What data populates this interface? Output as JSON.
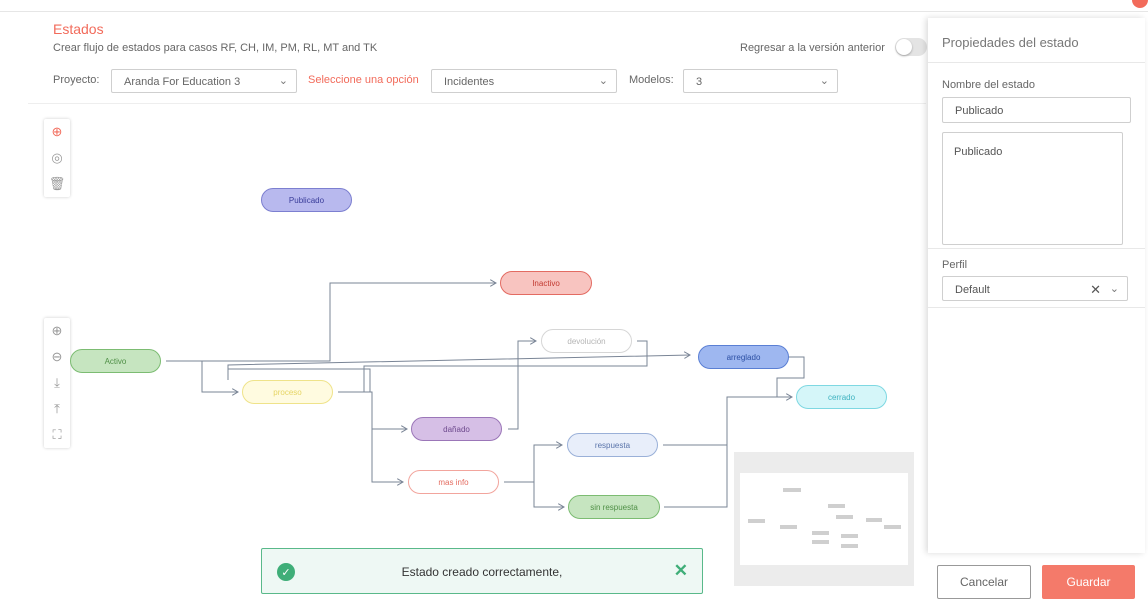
{
  "header": {
    "title": "Estados",
    "subtitle": "Crear flujo de estados para casos RF, CH, IM, PM, RL, MT and TK",
    "toggle_label": "Regresar a la versión anterior",
    "toggle_on": false
  },
  "filters": {
    "project_label": "Proyecto:",
    "project_value": "Aranda For Education 3",
    "option_label": "Seleccione una opción",
    "option_value": "Incidentes",
    "models_label": "Modelos:",
    "models_value": "3"
  },
  "toolbar": {
    "top": [
      {
        "name": "add-state-icon",
        "glyph": "⊕"
      },
      {
        "name": "palette-icon",
        "glyph": "◎"
      },
      {
        "name": "trash-icon",
        "glyph": "🗑"
      }
    ],
    "bottom": [
      {
        "name": "zoom-in-icon",
        "glyph": "⌕"
      },
      {
        "name": "zoom-out-icon",
        "glyph": "⌕"
      },
      {
        "name": "import-icon",
        "glyph": "⤓"
      },
      {
        "name": "export-icon",
        "glyph": "⤒"
      },
      {
        "name": "fit-screen-icon",
        "glyph": "⛶"
      }
    ]
  },
  "nodes": {
    "publicado": {
      "label": "Publicado",
      "bg": "#b8b9ee",
      "border": "#7c7fd0",
      "color": "#3a3d9a"
    },
    "inactivo": {
      "label": "Inactivo",
      "bg": "#f8c4c0",
      "border": "#e36b62",
      "color": "#c23a31"
    },
    "devolucion": {
      "label": "devolución",
      "bg": "#ffffff",
      "border": "#d6d6d6",
      "color": "#b5b5b5"
    },
    "arreglado": {
      "label": "arreglado",
      "bg": "#9eb7f0",
      "border": "#5a7fd4",
      "color": "#2c4fa4"
    },
    "activo": {
      "label": "Activo",
      "bg": "#c6e5c0",
      "border": "#7cbc72",
      "color": "#4f8f46"
    },
    "proceso": {
      "label": "proceso",
      "bg": "#fffbe0",
      "border": "#efe38a",
      "color": "#e6d565"
    },
    "cerrado": {
      "label": "cerrado",
      "bg": "#d5f6f9",
      "border": "#7ed8e2",
      "color": "#3fb3c0"
    },
    "danado": {
      "label": "dañado",
      "bg": "#d6bfe6",
      "border": "#9b76b8",
      "color": "#6e4a8e"
    },
    "respuesta": {
      "label": "respuesta",
      "bg": "#e8eefa",
      "border": "#9ab0d8",
      "color": "#5a74aa"
    },
    "mas_info": {
      "label": "mas info",
      "bg": "#ffffff",
      "border": "#f2a59d",
      "color": "#e46c60"
    },
    "sin_respuesta": {
      "label": "sin respuesta",
      "bg": "#c6e5c0",
      "border": "#7cbc72",
      "color": "#4f8f46"
    }
  },
  "toast": {
    "message": "Estado creado correctamente,",
    "icon": "check-circle-icon"
  },
  "panel": {
    "title": "Propiedades del estado",
    "name_label": "Nombre del estado",
    "name_value": "Publicado",
    "description_value": "Publicado",
    "profile_label": "Perfil",
    "profile_value": "Default"
  },
  "actions": {
    "cancel_label": "Cancelar",
    "save_label": "Guardar"
  },
  "colors": {
    "accent": "#f26b5b",
    "success": "#3fae78",
    "edge": "#7a8596"
  }
}
